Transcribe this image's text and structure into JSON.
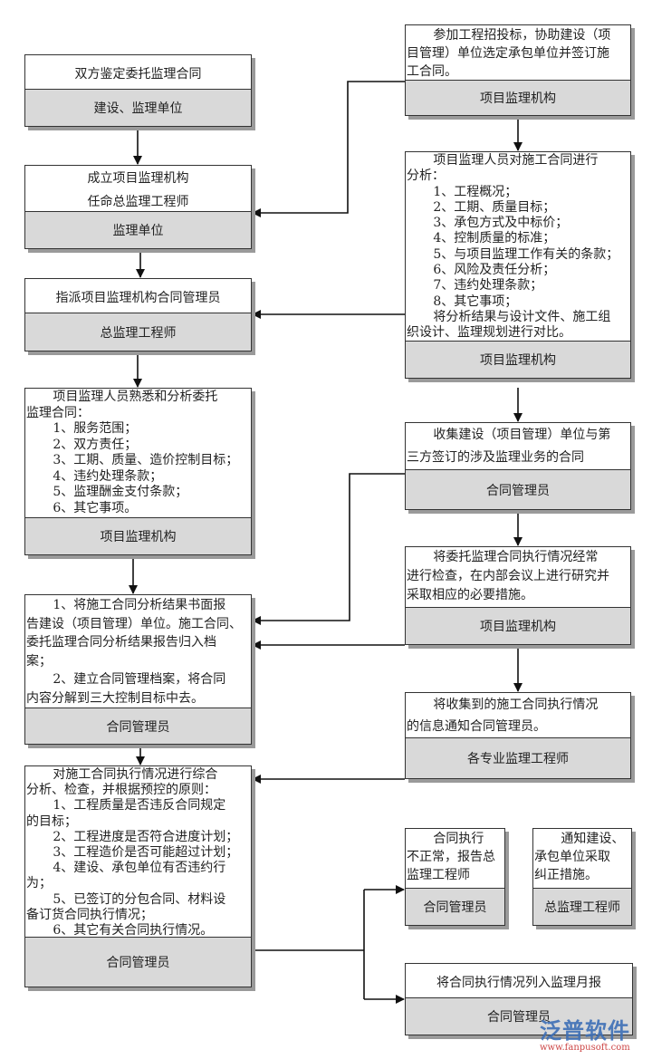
{
  "diagram": {
    "boxes": {
      "L1": {
        "lines": [
          "双方鉴定委托监理合同"
        ],
        "role": "建设、监理单位"
      },
      "L2": {
        "lines": [
          "成立项目监理机构",
          "任命总监理工程师"
        ],
        "role": "监理单位"
      },
      "L3": {
        "lines": [
          "指派项目监理机构合同管理员"
        ],
        "role": "总监理工程师"
      },
      "L4": {
        "lines": [
          "项目监理人员熟悉和分析委托",
          "监理合同：",
          "1、服务范围；",
          "2、双方责任；",
          "3、工期、质量、造价控制目标；",
          "4、违约处理条款；",
          "5、监理酬金支付条款；",
          "6、其它事项。"
        ],
        "role": "项目监理机构"
      },
      "L5": {
        "lines": [
          "1、将施工合同分析结果书面报",
          "告建设（项目管理）单位。施工合同、",
          "委托监理合同分析结果报告归入档",
          "案；",
          "2、建立合同管理档案，将合同",
          "内容分解到三大控制目标中去。"
        ],
        "role": "合同管理员"
      },
      "L6": {
        "lines": [
          "对施工合同执行情况进行综合",
          "分析、检查，并根据预控的原则：",
          "1、工程质量是否违反合同规定",
          "的目标；",
          "2、工程进度是否符合进度计划；",
          "3、工程造价是否可能超过计划；",
          "4、建设、承包单位有否违约行",
          "为；",
          "5、已签订的分包合同、材料设",
          "备订货合同执行情况；",
          "6、其它有关合同执行情况。"
        ],
        "role": "合同管理员"
      },
      "R1": {
        "lines": [
          "参加工程招投标，协助建设（项",
          "目管理）单位选定承包单位并签订施",
          "工合同。"
        ],
        "role": "项目监理机构"
      },
      "R2": {
        "lines": [
          "项目监理人员对施工合同进行",
          "分析：",
          "1、工程概况；",
          "2、工期、质量目标；",
          "3、承包方式及中标价；",
          "4、控制质量的标准；",
          "5、与项目监理工作有关的条款；",
          "6、风险及责任分析；",
          "7、违约处理条款；",
          "8、其它事项；",
          "将分析结果与设计文件、施工组",
          "织设计、监理规划进行对比。"
        ],
        "role": "项目监理机构"
      },
      "R3": {
        "lines": [
          "收集建设（项目管理）单位与第",
          "三方签订的涉及监理业务的合同"
        ],
        "role": "合同管理员"
      },
      "R4": {
        "lines": [
          "将委托监理合同执行情况经常",
          "进行检查，在内部会议上进行研究并",
          "采取相应的必要措施。"
        ],
        "role": "项目监理机构"
      },
      "R5": {
        "lines": [
          "将收集到的施工合同执行情况",
          "的信息通知合同管理员。"
        ],
        "role": "各专业监理工程师"
      },
      "R6a": {
        "lines": [
          "合同执行",
          "不正常，报告总",
          "监理工程师"
        ],
        "role": "合同管理员"
      },
      "R6b": {
        "lines": [
          "通知建设、",
          "承包单位采取",
          "纠正措施。"
        ],
        "role": "总监理工程师"
      },
      "R7": {
        "lines": [
          "将合同执行情况列入监理月报"
        ],
        "role": "合同管理员"
      }
    },
    "watermark": {
      "logo": "泛普软件",
      "url": "www.fanpusoft.com"
    }
  }
}
